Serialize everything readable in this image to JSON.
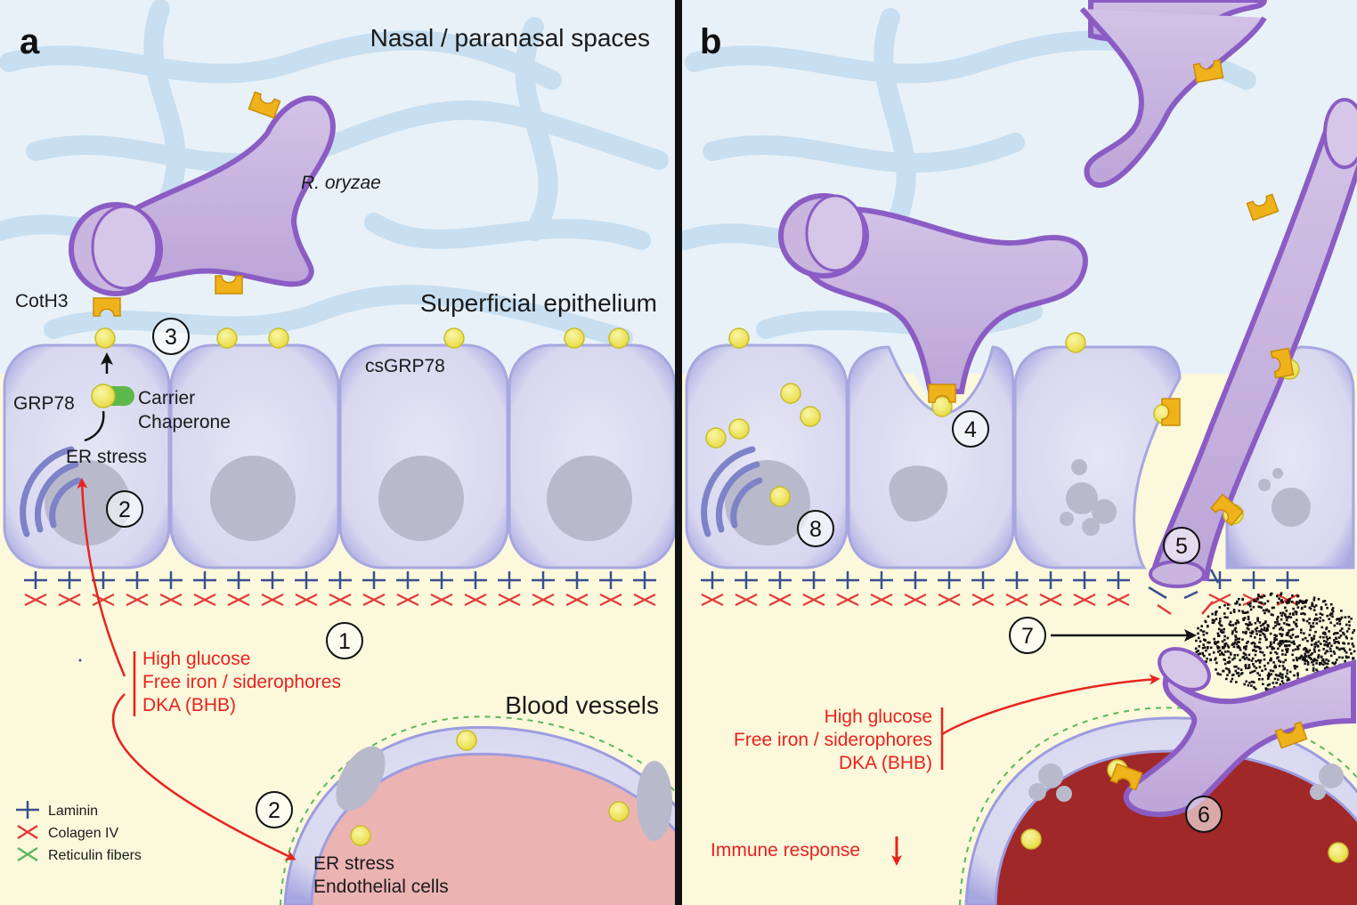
{
  "panel_a": {
    "letter": "a",
    "region_top": "Nasal / paranasal spaces",
    "organism": "R. oryzae",
    "cot_label": "CotH3",
    "epithelium_label": "Superficial epithelium",
    "csgrp_label": "csGRP78",
    "grp_label": "GRP78",
    "carrier_line1": "Carrier",
    "carrier_line2": "Chaperone",
    "er_stress": "ER stress",
    "conditions": [
      "High glucose",
      "Free iron / siderophores",
      "DKA (BHB)"
    ],
    "vessels_label": "Blood vessels",
    "endo_line1": "ER stress",
    "endo_line2": "Endothelial cells",
    "steps": [
      "1",
      "2",
      "2",
      "3"
    ]
  },
  "panel_b": {
    "letter": "b",
    "conditions": [
      "High glucose",
      "Free iron / siderophores",
      "DKA (BHB)"
    ],
    "immune": "Immune response",
    "steps": [
      "4",
      "5",
      "6",
      "7",
      "8"
    ]
  },
  "legend": {
    "laminin": "Laminin",
    "collagen": "Colagen IV",
    "reticulin": "Reticulin fibers"
  },
  "colors": {
    "mucus_bg": "#e8f1f8",
    "tissue_bg": "#fbf8dc",
    "cell_fill": "#dcdcf0",
    "cell_edge": "#9c9ce0",
    "nucleus": "#b9b9cc",
    "fungus": "#c9b5de",
    "fungus_edge": "#8a5cc4",
    "receptor": "#f4e960",
    "cot": "#f0b21a",
    "laminin": "#3a4f8f",
    "collagen": "#e03b3b",
    "reticulin": "#5cb85c",
    "accent_red": "#e8231e",
    "vessel_lumen_a": "#ecb3b3",
    "vessel_lumen_b": "#a02828"
  }
}
